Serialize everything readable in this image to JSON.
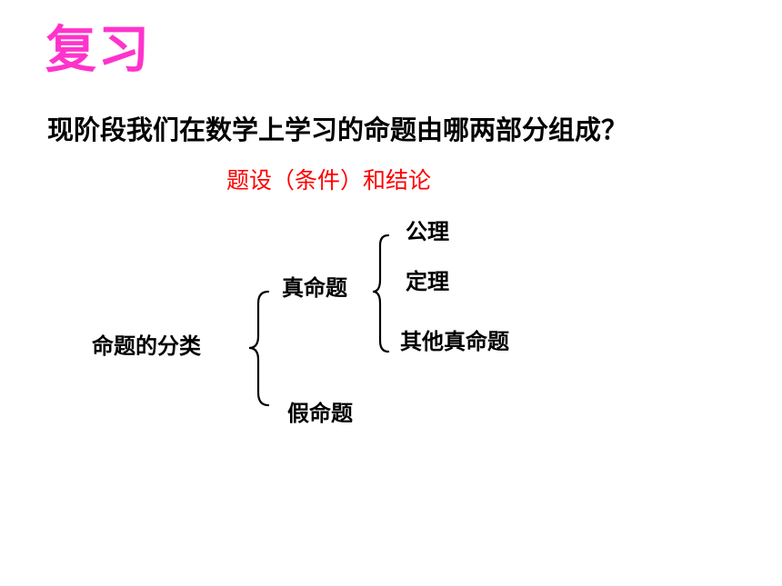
{
  "slide": {
    "title": "复习",
    "question": "现阶段我们在数学上学习的命题由哪两部分组成？",
    "answer": "题设（条件）和结论",
    "tree": {
      "root": "命题的分类",
      "true_proposition": "真命题",
      "false_proposition": "假命题",
      "true_children": [
        "公理",
        "定理",
        "其他真命题"
      ]
    }
  },
  "colors": {
    "title": "#ff33cc",
    "answer": "#ff0000",
    "text": "#000000",
    "background": "#ffffff"
  }
}
